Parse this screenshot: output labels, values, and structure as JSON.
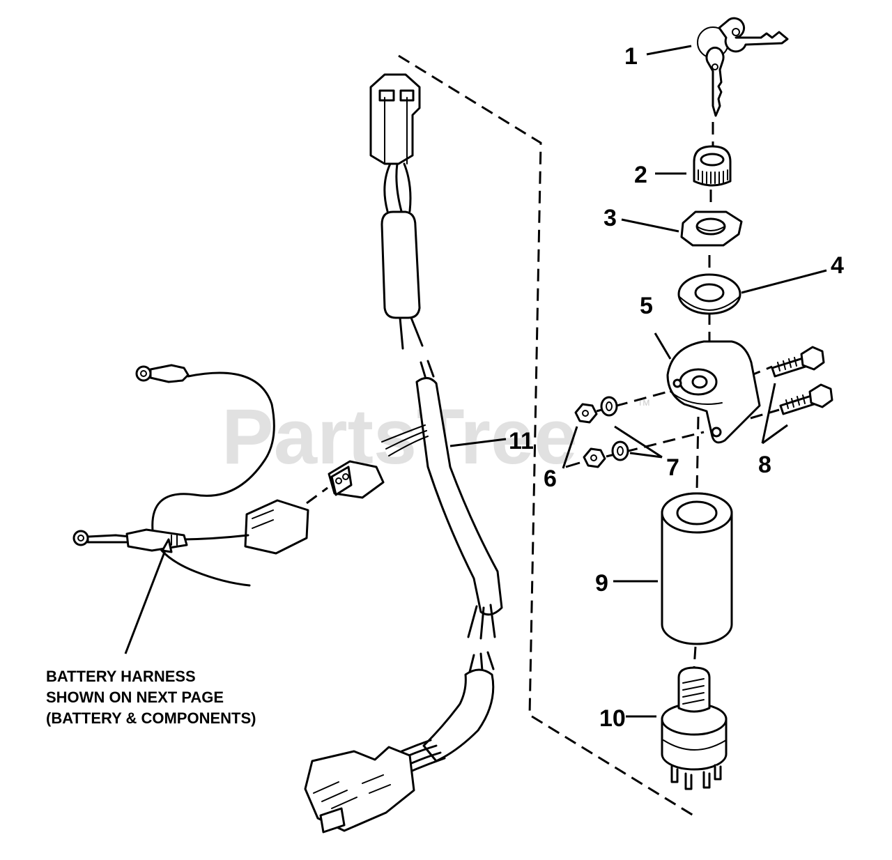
{
  "watermark": {
    "text": "PartsTree",
    "tm": "TM"
  },
  "callouts": {
    "c1": "1",
    "c2": "2",
    "c3": "3",
    "c4": "4",
    "c5": "5",
    "c6": "6",
    "c7": "7",
    "c8": "8",
    "c9": "9",
    "c10": "10",
    "c11": "11"
  },
  "note": {
    "line1": "BATTERY HARNESS",
    "line2": "SHOWN ON NEXT PAGE",
    "line3": "(BATTERY & COMPONENTS)"
  },
  "colors": {
    "ink": "#000000",
    "watermark": "#c8c8c8",
    "background": "#ffffff"
  }
}
